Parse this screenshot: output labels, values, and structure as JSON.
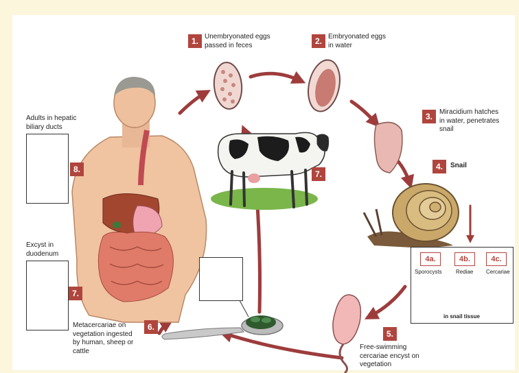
{
  "steps": {
    "s1": {
      "num": "1.",
      "text": "Unembryonated eggs passed in feces"
    },
    "s2": {
      "num": "2.",
      "text": "Embryonated eggs in water"
    },
    "s3": {
      "num": "3.",
      "text": "Miracidium hatches in water, penetrates snail"
    },
    "s4": {
      "num": "4.",
      "text": "Snail"
    },
    "s4a": {
      "num": "4a.",
      "text": "Sporocysts"
    },
    "s4b": {
      "num": "4b.",
      "text": "Rediae"
    },
    "s4c": {
      "num": "4c.",
      "text": "Cercariae"
    },
    "snail_tissue": "in snail tissue",
    "s5": {
      "num": "5.",
      "text": "Free-swimming cercariae encyst on vegetation"
    },
    "s6": {
      "num": "6.",
      "text": "Metacercariae on vegetation ingested by human, sheep or cattle"
    },
    "s7_excyst": {
      "num": "7.",
      "text": "Excyst in duodenum"
    },
    "s7_cow": {
      "num": "7."
    },
    "s8": {
      "num": "8.",
      "text": "Adults in hepatic biliary ducts"
    }
  },
  "colors": {
    "badge": "#b0453d",
    "arrow": "#9e3c3c",
    "background": "#fbf6dc"
  }
}
